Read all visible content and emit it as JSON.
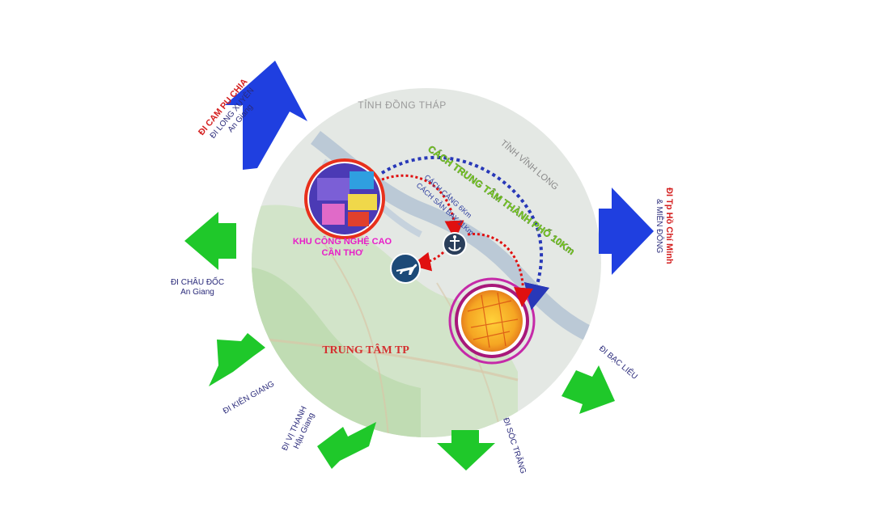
{
  "regions": {
    "dong_thap": "TỈNH ĐỒNG THÁP",
    "vinh_long": "TỈNH VĨNH LONG"
  },
  "distance_labels": {
    "center": "CÁCH TRUNG TÂM THÀNH PHỐ 10Km",
    "port": "CÁCH CẢNG 6Km",
    "airport": "CÁCH SÂN BAY 11Km"
  },
  "places": {
    "hitech_zone_line1": "KHU CÔNG NGHỆ CAO",
    "hitech_zone_line2": "CẦN THƠ",
    "city_center": "TRUNG TÂM TP"
  },
  "directions": {
    "cambodia": {
      "line1": "ĐI CAM PU CHIA",
      "line2": "ĐI LONG XUYÊN",
      "line3": "An Giang"
    },
    "hcmc": {
      "line1": "ĐI Tp Hồ Chí Minh",
      "line2": "& MIỀN ĐÔNG"
    },
    "chau_doc": {
      "line1": "ĐI CHÂU ĐỐC",
      "line2": "An Giang"
    },
    "kien_giang": {
      "line1": "ĐI KIÊN GIANG"
    },
    "vi_thanh": {
      "line1": "ĐI VỊ THANH",
      "line2": "Hậu Giang"
    },
    "soc_trang": {
      "line1": "ĐI SÓC TRĂNG"
    },
    "bac_lieu": {
      "line1": "ĐI BẠC LIÊU"
    }
  },
  "icons": {
    "port": "anchor-icon",
    "airport": "airplane-icon"
  },
  "colors": {
    "arrow_blue": "#1f3fe0",
    "arrow_green": "#1fc82a",
    "direction_red": "#d42020",
    "direction_navy": "#2a2a7a",
    "route_red": "#e01010",
    "route_blue": "#2838b8",
    "hitech_label": "#e81ec8",
    "distance_green": "#7ed321",
    "circle_fill": "#e4e8e4"
  }
}
